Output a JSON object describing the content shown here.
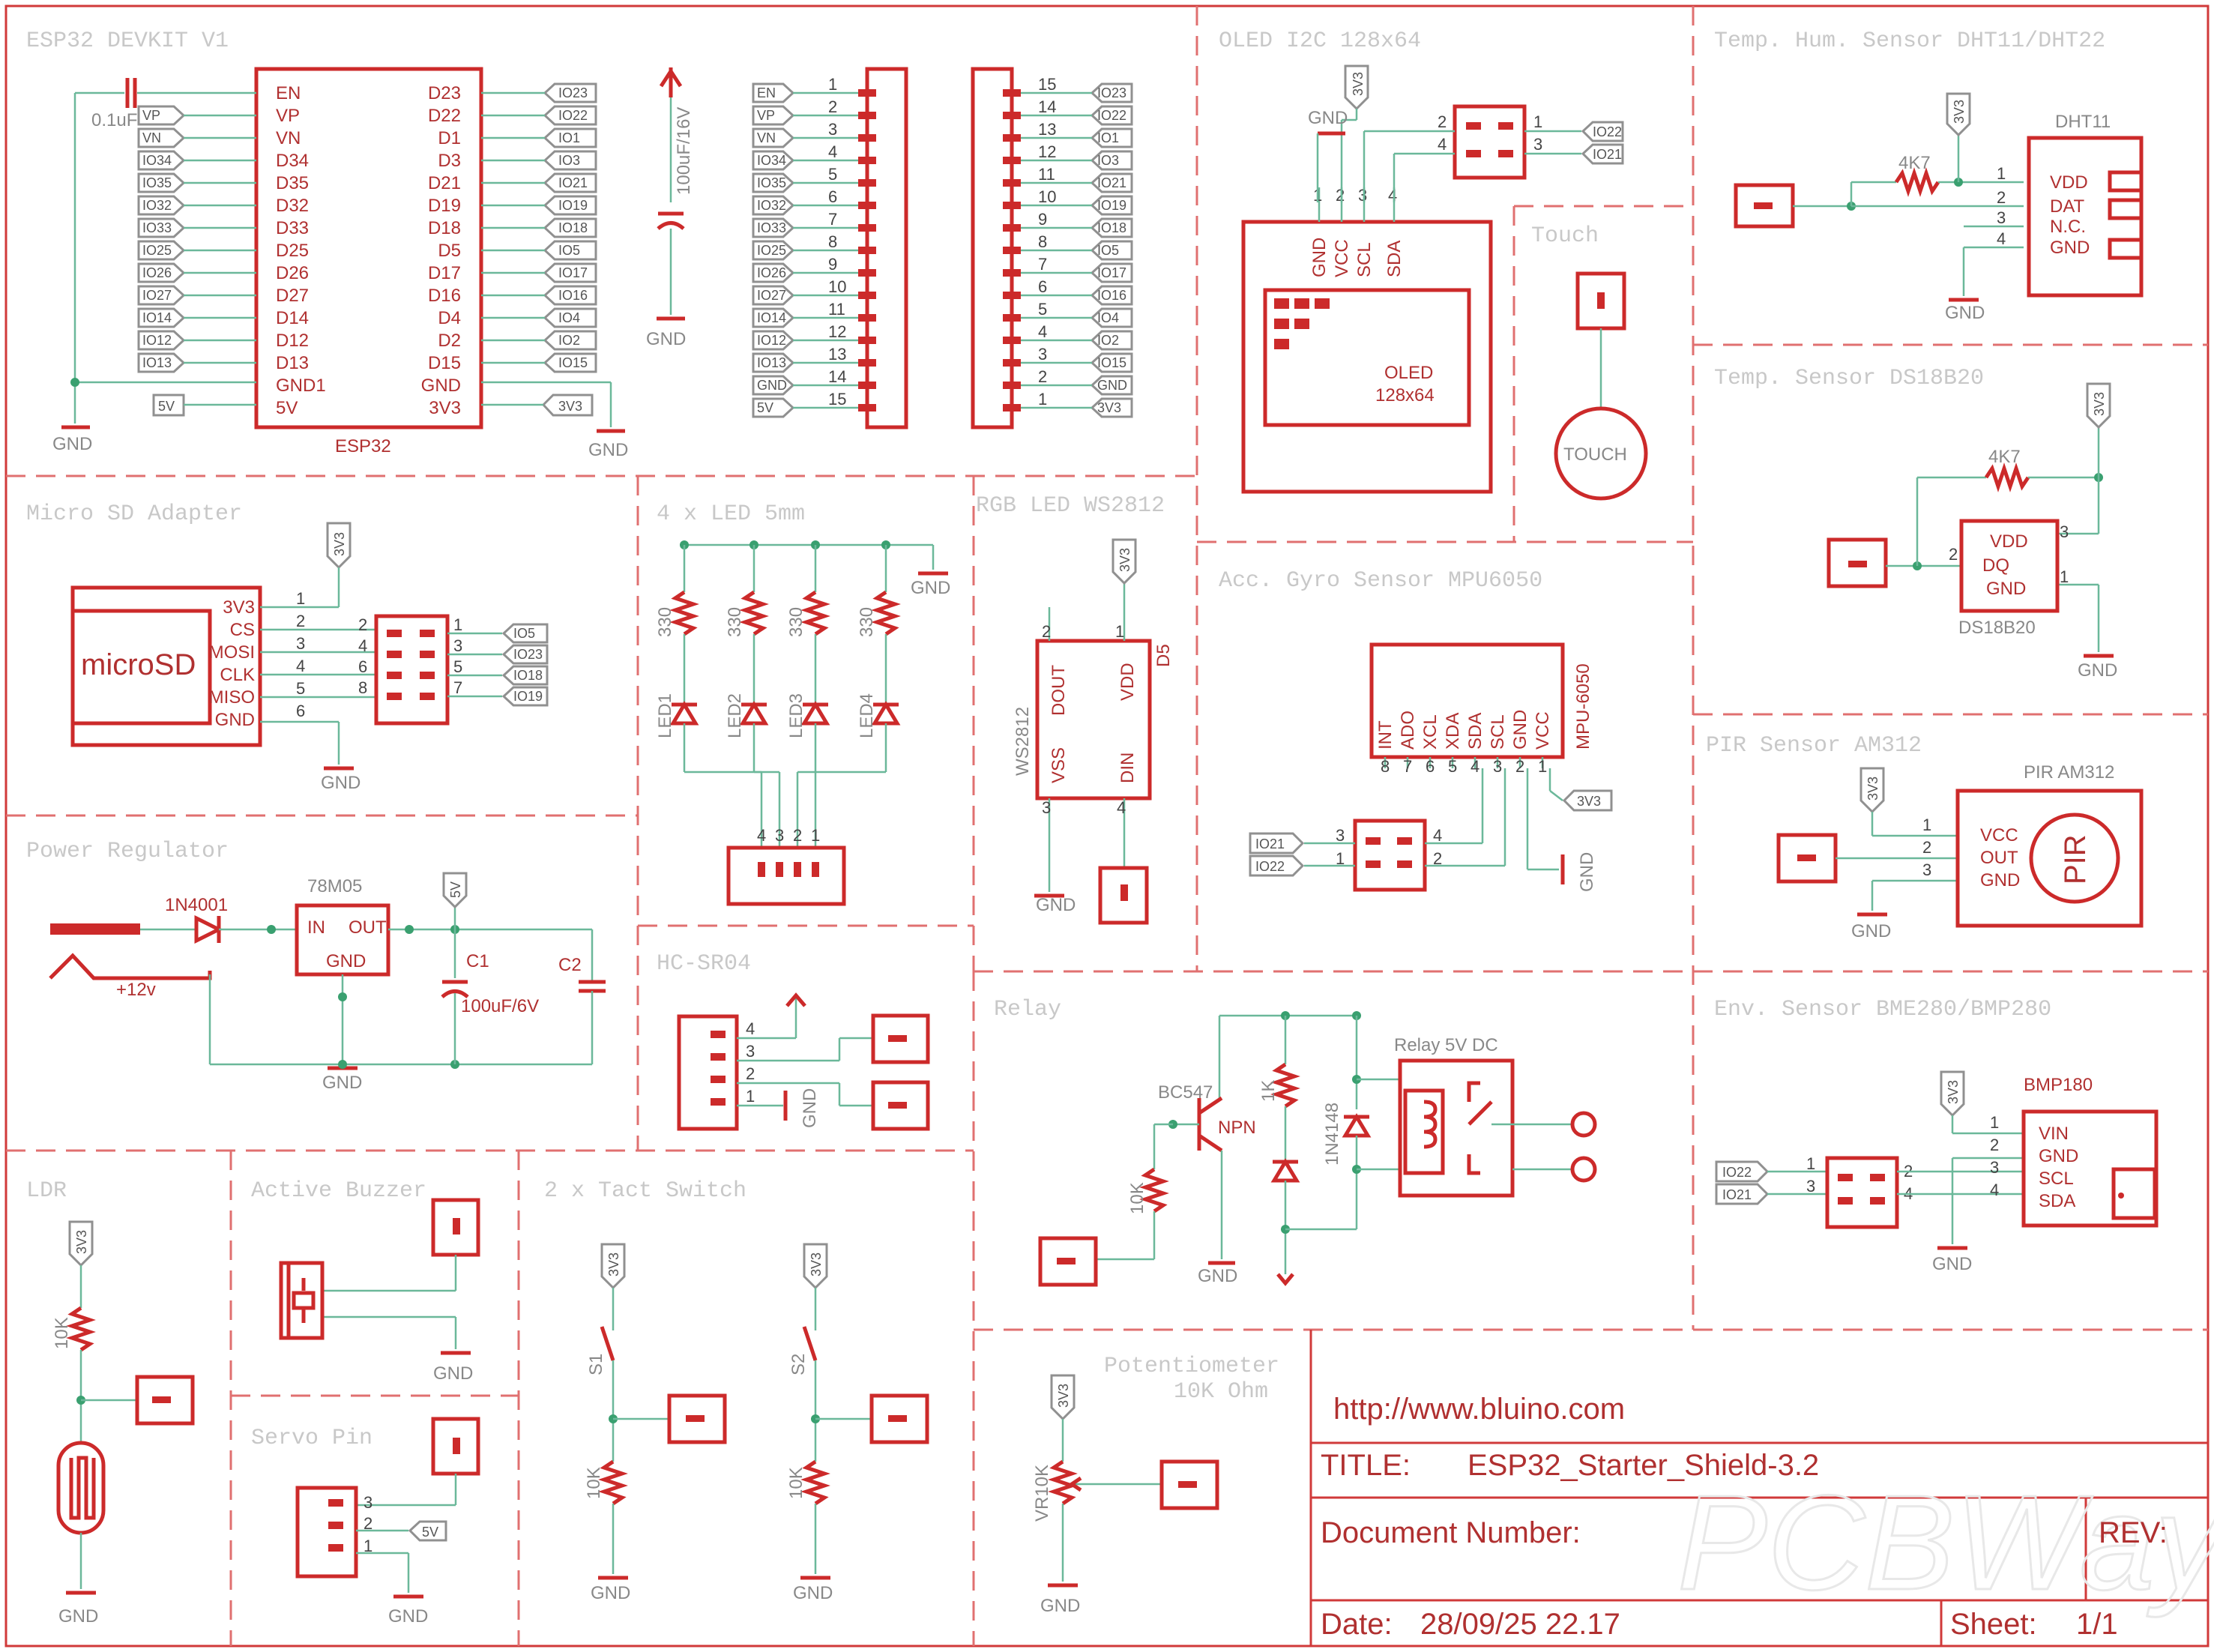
{
  "sections": {
    "esp32": "ESP32 DEVKIT V1",
    "oled": "OLED I2C 128x64",
    "dht": "Temp. Hum. Sensor DHT11/DHT22",
    "ds18b20": "Temp. Sensor DS18B20",
    "touch": "Touch",
    "microsd": "Micro SD Adapter",
    "led4": "4 x LED 5mm",
    "rgb": "RGB LED WS2812",
    "mpu": "Acc. Gyro Sensor MPU6050",
    "pir": "PIR Sensor AM312",
    "power": "Power Regulator",
    "hcsr04": "HC-SR04",
    "relay": "Relay",
    "env": "Env. Sensor BME280/BMP280",
    "ldr": "LDR",
    "buzzer": "Active Buzzer",
    "servo": "Servo Pin",
    "tact": "2 x Tact Switch",
    "pot": "Potentiometer",
    "pot2": "10K Ohm"
  },
  "esp32": {
    "name": "ESP32",
    "left_pins": [
      "EN",
      "VP",
      "VN",
      "D34",
      "D35",
      "D32",
      "D33",
      "D25",
      "D26",
      "D27",
      "D14",
      "D12",
      "D13",
      "GND1",
      "5V"
    ],
    "right_pins": [
      "D23",
      "D22",
      "D1",
      "D3",
      "D21",
      "D19",
      "D18",
      "D5",
      "D17",
      "D16",
      "D4",
      "D2",
      "D15",
      "GND",
      "3V3"
    ],
    "left_ports": [
      "VP",
      "VN",
      "IO34",
      "IO35",
      "IO32",
      "IO33",
      "IO25",
      "IO26",
      "IO27",
      "IO14",
      "IO12",
      "IO13"
    ],
    "right_ports": [
      "IO23",
      "IO22",
      "IO1",
      "IO3",
      "IO21",
      "IO19",
      "IO18",
      "IO5",
      "IO17",
      "IO16",
      "IO4",
      "IO2",
      "IO15"
    ],
    "cap": "0.1uF",
    "gnd": "GND",
    "port_5v": "5V",
    "port_3v3": "3V3",
    "bulk_cap": "100uF/16V"
  },
  "header_left": {
    "ports": [
      "EN",
      "VP",
      "VN",
      "IO34",
      "IO35",
      "IO32",
      "IO33",
      "IO25",
      "IO26",
      "IO27",
      "IO14",
      "IO12",
      "IO13",
      "GND",
      "5V"
    ],
    "nums": [
      "1",
      "2",
      "3",
      "4",
      "5",
      "6",
      "7",
      "8",
      "9",
      "10",
      "11",
      "12",
      "13",
      "14",
      "15"
    ]
  },
  "header_right": {
    "ports": [
      "IO23",
      "IO22",
      "IO1",
      "IO3",
      "IO21",
      "IO19",
      "IO18",
      "IO5",
      "IO17",
      "IO16",
      "IO4",
      "IO2",
      "IO15",
      "GND",
      "3V3"
    ],
    "nums": [
      "15",
      "14",
      "13",
      "12",
      "11",
      "10",
      "9",
      "8",
      "7",
      "6",
      "5",
      "4",
      "3",
      "2",
      "1"
    ]
  },
  "oled": {
    "pins": [
      "GND",
      "VCC",
      "SCL",
      "SDA"
    ],
    "label1": "OLED",
    "label2": "128x64",
    "ports": [
      "IO22",
      "IO21"
    ],
    "vcc": "3V3",
    "gnd": "GND"
  },
  "touch": {
    "label": "TOUCH"
  },
  "dht": {
    "name": "DHT11",
    "pins": [
      "VDD",
      "DAT",
      "N.C.",
      "GND"
    ],
    "res": "4K7",
    "vcc": "3V3",
    "gnd": "GND"
  },
  "ds18b20": {
    "name": "DS18B20",
    "pins": [
      "VDD",
      "DQ",
      "GND"
    ],
    "res": "4K7",
    "vcc": "3V3",
    "gnd": "GND"
  },
  "microsd": {
    "label": "microSD",
    "pins": [
      "3V3",
      "CS",
      "MOSI",
      "CLK",
      "MISO",
      "GND"
    ],
    "ports": [
      "IO5",
      "IO23",
      "IO18",
      "IO19"
    ],
    "vcc": "3V3",
    "gnd": "GND"
  },
  "leds": {
    "names": [
      "LED1",
      "LED2",
      "LED3",
      "LED4"
    ],
    "res": "330",
    "gnd": "GND"
  },
  "rgb": {
    "name": "WS2812",
    "ref": "D5",
    "pins": [
      "DOUT",
      "VDD",
      "VSS",
      "DIN"
    ],
    "vcc": "3V3",
    "gnd": "GND"
  },
  "mpu": {
    "name": "MPU-6050",
    "pins": [
      "INT",
      "ADO",
      "XCL",
      "XDA",
      "SDA",
      "SCL",
      "GND",
      "VCC"
    ],
    "ports": [
      "IO21",
      "IO22"
    ],
    "vcc": "3V3",
    "gnd": "GND"
  },
  "pir": {
    "name": "PIR AM312",
    "label": "PIR",
    "pins": [
      "VCC",
      "OUT",
      "GND"
    ],
    "vcc": "3V3",
    "gnd": "GND"
  },
  "power": {
    "diode": "1N4001",
    "reg": "78M05",
    "reg_pins": [
      "IN",
      "OUT",
      "GND"
    ],
    "c1": "C1",
    "c1_val": "100uF/6V",
    "c2": "C2",
    "input": "+12v",
    "v5": "5V",
    "gnd": "GND"
  },
  "hcsr04": {
    "gnd": "GND"
  },
  "relay": {
    "transistor": "BC547",
    "npn": "NPN",
    "r_base": "10K",
    "r_led": "1K",
    "diode": "1N4148",
    "label": "Relay 5V DC",
    "gnd": "GND"
  },
  "env": {
    "name": "BMP180",
    "pins": [
      "VIN",
      "GND",
      "SCL",
      "SDA"
    ],
    "ports": [
      "IO22",
      "IO21"
    ],
    "vcc": "3V3",
    "gnd": "GND"
  },
  "ldr": {
    "res": "10K",
    "vcc": "3V3",
    "gnd": "GND"
  },
  "buzzer": {
    "gnd": "GND"
  },
  "servo": {
    "v5": "5V",
    "gnd": "GND"
  },
  "tact": {
    "s1": "S1",
    "s2": "S2",
    "res": "10K",
    "vcc": "3V3",
    "gnd": "GND"
  },
  "pot": {
    "name": "VR10K",
    "vcc": "3V3",
    "gnd": "GND"
  },
  "titleblock": {
    "url": "http://www.bluino.com",
    "title_label": "TITLE:",
    "title": "ESP32_Starter_Shield-3.2",
    "docnum": "Document Number:",
    "rev": "REV:",
    "date_label": "Date:",
    "date": "28/09/25 22.17",
    "sheet_label": "Sheet:",
    "sheet": "1/1",
    "watermark": "PCBWay"
  }
}
